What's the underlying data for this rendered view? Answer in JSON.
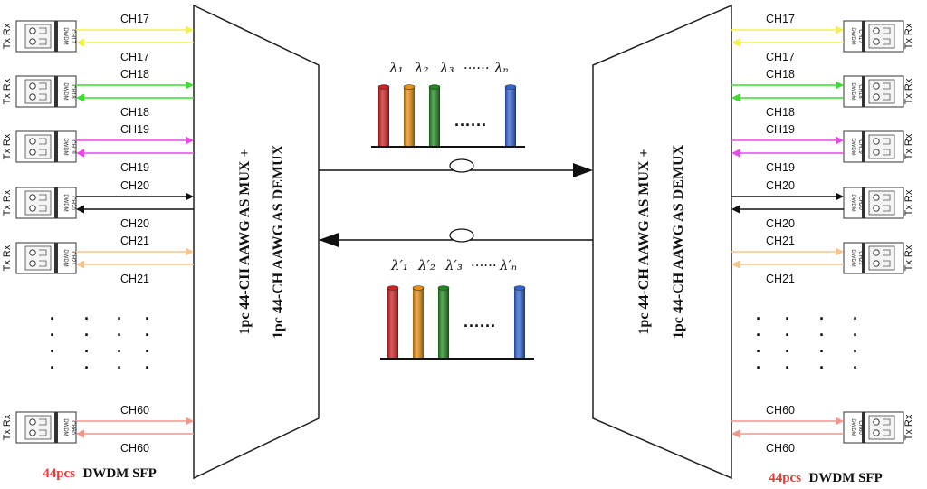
{
  "left_panel": {
    "port_label": "Tx Rx",
    "caption_count": "44pcs",
    "caption_name": "DWDM SFP"
  },
  "right_panel": {
    "port_label": "Tx Rx",
    "caption_count": "44pcs",
    "caption_name": "DWDM SFP"
  },
  "sfp_brand": "DWDM",
  "channels": [
    {
      "name": "CH17",
      "color": "#f4f24a"
    },
    {
      "name": "CH18",
      "color": "#3ddc2f"
    },
    {
      "name": "CH19",
      "color": "#e64ae8"
    },
    {
      "name": "CH20",
      "color": "#111111"
    },
    {
      "name": "CH21",
      "color": "#f9c38c"
    },
    {
      "name": "CH60",
      "color": "#f3968a"
    }
  ],
  "awg": {
    "line1": "1pc 44-CH AAWG AS MUX +",
    "line2": "1pc 44-CH AAWG AS DEMUX"
  },
  "forward_wavelengths": {
    "labels": [
      "λ₁",
      "λ₂",
      "λ₃",
      "λₙ"
    ],
    "ellipsis": "······"
  },
  "return_wavelengths": {
    "labels": [
      "λ′₁",
      "λ′₂",
      "λ′₃",
      "λ′ₙ"
    ],
    "ellipsis": "······"
  },
  "bar_colors": [
    "#d21f1f",
    "#e8900f",
    "#1e8a1e",
    "#2f63d6"
  ],
  "ellipsis_dots": "·"
}
